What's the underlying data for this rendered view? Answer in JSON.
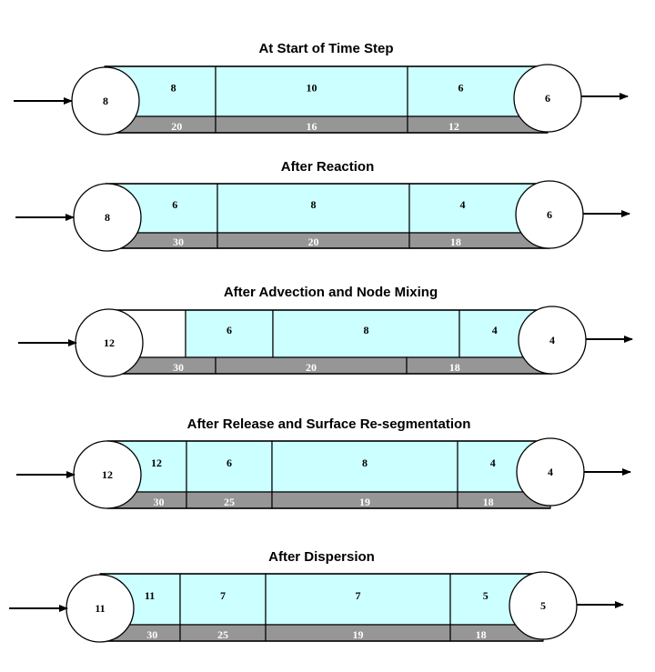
{
  "stages": [
    {
      "title": "At Start of Time Step",
      "in_node": "8",
      "out_node": "6",
      "bulk": [
        "8",
        "10",
        "6"
      ],
      "wall": [
        "20",
        "16",
        "12"
      ]
    },
    {
      "title": "After Reaction",
      "in_node": "8",
      "out_node": "6",
      "bulk": [
        "6",
        "8",
        "4"
      ],
      "wall": [
        "30",
        "20",
        "18"
      ]
    },
    {
      "title": "After Advection and Node Mixing",
      "in_node": "12",
      "out_node": "4",
      "bulk": [
        "",
        "6",
        "8",
        "4"
      ],
      "wall": [
        "30",
        "20",
        "18"
      ]
    },
    {
      "title": "After Release and Surface Re-segmentation",
      "in_node": "12",
      "out_node": "4",
      "bulk": [
        "12",
        "6",
        "8",
        "4"
      ],
      "wall": [
        "30",
        "25",
        "19",
        "18"
      ]
    },
    {
      "title": "After Dispersion",
      "in_node": "11",
      "out_node": "5",
      "bulk": [
        "11",
        "7",
        "7",
        "5"
      ],
      "wall": [
        "30",
        "25",
        "19",
        "18"
      ]
    }
  ],
  "colors": {
    "bulk_fill": "#ccffff",
    "bulk_empty": "#ffffff",
    "wall_fill": "#969696",
    "outline": "#000000"
  }
}
